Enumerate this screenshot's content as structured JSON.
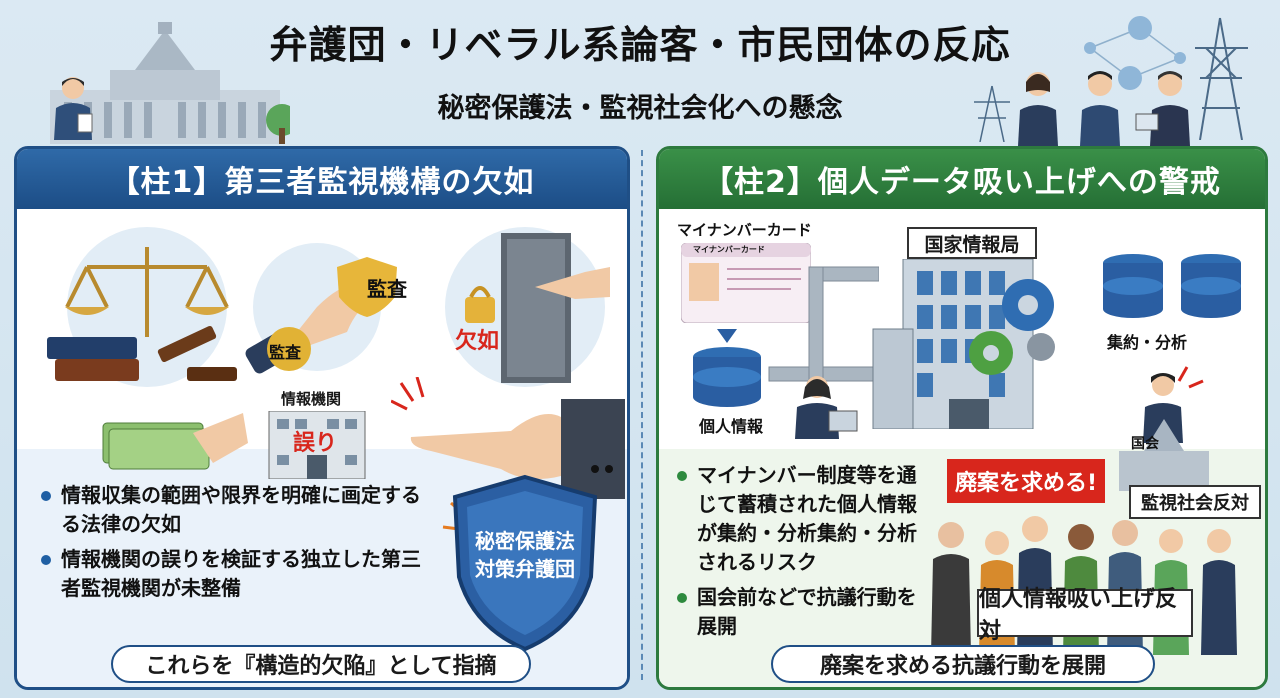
{
  "header": {
    "title": "弁護団・リベラル系論客・市民団体の反応",
    "subtitle": "秘密保護法・監視社会化への懸念"
  },
  "left_panel": {
    "heading": "【柱1】第三者監視機構の欠如",
    "audit_badge": "監査",
    "audit_shield": "監査",
    "missing_label": "欠如",
    "agency_label": "情報機関",
    "error_label": "誤り",
    "bullets": [
      "情報収集の範囲や限界を明確に画定するる法律の欠如",
      "情報機関の誤りを検証する独立した第三者監視機関が未整備"
    ],
    "shield_line1": "秘密保護法",
    "shield_line2": "対策弁護団",
    "footer": "これらを『構造的欠陥』として指摘"
  },
  "right_panel": {
    "heading": "【柱2】個人データ吸い上げへの警戒",
    "card_label": "マイナンバーカード",
    "card_inner": "マイナンバーカード",
    "agency_label": "国家情報局",
    "aggregate_label": "集約・分析",
    "personal_info_label": "個人情報",
    "diet_label": "国会",
    "bullets": [
      "マイナンバー制度等を通じて蓄積された個人情報が集約・分析集約・分析されるリスク",
      "国会前などで抗議行動を展開"
    ],
    "banner_abolish": "廃案を求める!",
    "banner_surveillance": "監視社会反対",
    "banner_data": "個人情報吸い上げ反対",
    "footer": "廃案を求める抗議行動を展開"
  },
  "colors": {
    "left_accent": "#1f4f86",
    "right_accent": "#2d7a3e",
    "alert_red": "#d8261c"
  }
}
